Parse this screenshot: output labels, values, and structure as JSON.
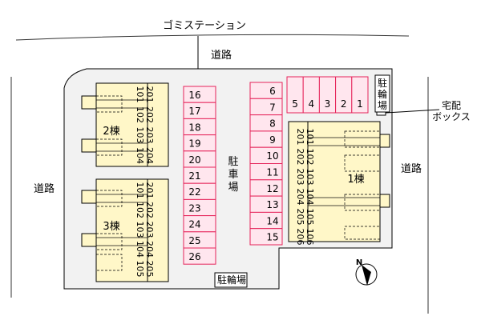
{
  "labels": {
    "garbage_station": "ゴミステーション",
    "road_top": "道路",
    "road_left": "道路",
    "road_right": "道路",
    "parking_center": "駐車場",
    "bicycle_top": "駐輪場",
    "bicycle_bottom": "駐輪場",
    "delivery_box_line1": "宅配",
    "delivery_box_line2": "ボックス",
    "north": "N"
  },
  "buildings": [
    {
      "name": "1棟",
      "units_top": [
        "201",
        "202",
        "203",
        "204",
        "205",
        "206"
      ],
      "units_bottom": [
        "101",
        "102",
        "103",
        "104",
        "105",
        "106"
      ]
    },
    {
      "name": "2棟",
      "units_top": [
        "201",
        "202",
        "203",
        "204"
      ],
      "units_bottom": [
        "101",
        "102",
        "103",
        "104"
      ]
    },
    {
      "name": "3棟",
      "units_top": [
        "201",
        "202",
        "203",
        "204",
        "205"
      ],
      "units_bottom": [
        "101",
        "102",
        "103",
        "104",
        "105"
      ]
    }
  ],
  "parking": {
    "top_row": [
      "5",
      "4",
      "3",
      "2",
      "1"
    ],
    "right_column": [
      "6",
      "7",
      "8",
      "9",
      "10",
      "11",
      "12",
      "13",
      "14",
      "15"
    ],
    "left_column": [
      "16",
      "17",
      "18",
      "19",
      "20",
      "21",
      "22",
      "23",
      "24",
      "25",
      "26"
    ]
  },
  "colors": {
    "site_fill": "#f2f2f2",
    "building_fill": "#fff7c8",
    "parking_fill": "#ffe6ee",
    "parking_stroke": "#e5245a"
  }
}
